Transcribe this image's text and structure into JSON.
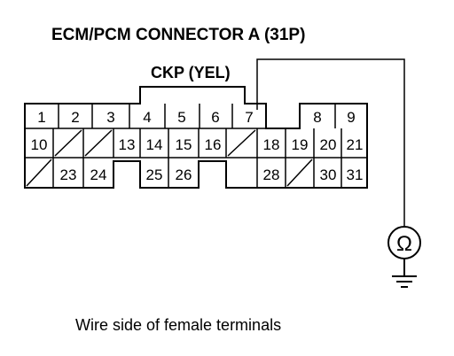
{
  "title": "ECM/PCM CONNECTOR A (31P)",
  "wire_label": "CKP (YEL)",
  "caption": "Wire side of female terminals",
  "meter_symbol": "Ω",
  "connector": {
    "rows": [
      [
        "1",
        "2",
        "3",
        "4",
        "5",
        "6",
        "7",
        "",
        "8",
        "9"
      ],
      [
        "10",
        "",
        "13",
        "14",
        "15",
        "16",
        "",
        "18",
        "19",
        "20",
        "21"
      ],
      [
        "",
        "23",
        "24",
        "",
        "25",
        "26",
        "",
        "28",
        "",
        "30",
        "31"
      ]
    ]
  },
  "colors": {
    "line": "#000000",
    "background": "#ffffff"
  }
}
